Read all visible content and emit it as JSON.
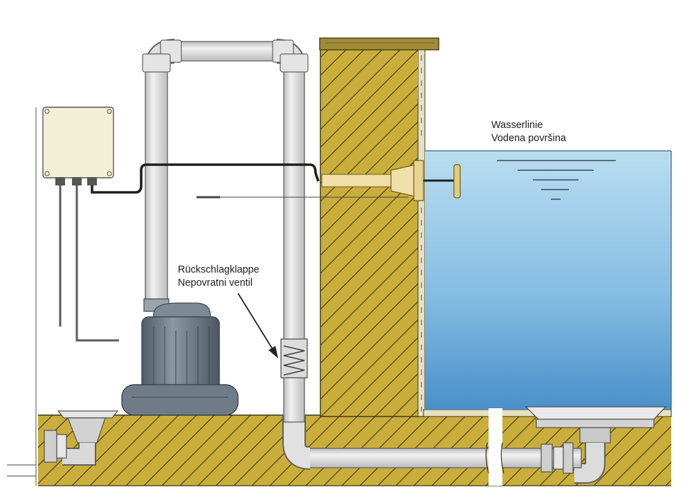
{
  "labels": {
    "water_line": [
      "Wasserlinie",
      "Vodena površina"
    ],
    "check_valve": [
      "Rückschlagklappe",
      "Nepovratni ventil"
    ]
  },
  "colors": {
    "soil": "#c9ae3c",
    "soil_dark": "#b39a2f",
    "hatch": "#4e4214",
    "water_top": "#b7dcef",
    "water_bottom": "#4c93cb",
    "pipe": "#d8d8d8",
    "pipe_stroke": "#606060",
    "pump": "#6c7a86",
    "box": "#f3efd6",
    "nozzle": "#f0dfa6"
  },
  "components": {
    "pump": "pump-motor",
    "control_box": "control-box",
    "check_valve": "check-valve-spring",
    "jet_nozzle": "jet-nozzle",
    "floor_drain": "floor-drain"
  }
}
